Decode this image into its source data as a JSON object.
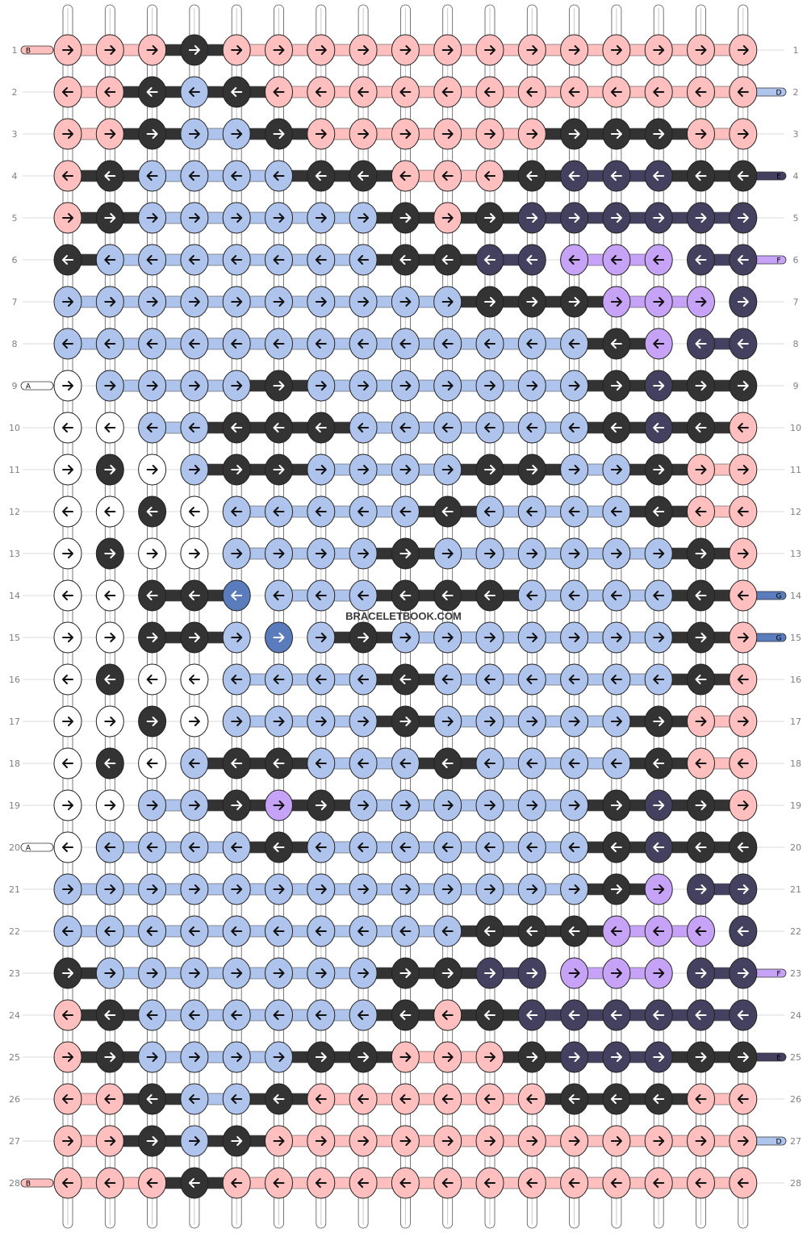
{
  "watermark": "BRACELETBOOK.COM",
  "colors": {
    "A": "#ffffff",
    "B": "#ffbfbf",
    "C": "#333333",
    "D": "#aec4ec",
    "E": "#444060",
    "F": "#c7a3f7",
    "G": "#5a7cbc"
  },
  "row_labels": [
    "1",
    "2",
    "3",
    "4",
    "5",
    "6",
    "7",
    "8",
    "9",
    "10",
    "11",
    "12",
    "13",
    "14",
    "15",
    "16",
    "17",
    "18",
    "19",
    "20",
    "21",
    "22",
    "23",
    "24",
    "25",
    "26",
    "27",
    "28"
  ],
  "left_tags": [
    {
      "row": 1,
      "letter": "B",
      "color": "B"
    },
    {
      "row": 9,
      "letter": "A",
      "color": "A"
    },
    {
      "row": 20,
      "letter": "A",
      "color": "A"
    },
    {
      "row": 28,
      "letter": "B",
      "color": "B"
    }
  ],
  "right_tags": [
    {
      "row": 2,
      "letter": "D",
      "color": "D"
    },
    {
      "row": 4,
      "letter": "E",
      "color": "E"
    },
    {
      "row": 6,
      "letter": "F",
      "color": "F"
    },
    {
      "row": 14,
      "letter": "G",
      "color": "G"
    },
    {
      "row": 15,
      "letter": "G",
      "color": "G"
    },
    {
      "row": 23,
      "letter": "F",
      "color": "F"
    },
    {
      "row": 25,
      "letter": "E",
      "color": "E"
    },
    {
      "row": 27,
      "letter": "D",
      "color": "D"
    }
  ],
  "knots": [
    "BBBCBBBBBBBBBBBBB",
    "BBCDCBBBBBBBBBBBB",
    "BBCDDCBBBBBBCCCBB",
    "BCDDDDCCBBBCEEECC",
    "BCDDDDDDCBCEEEEEE",
    "CDDDDDDDCCEEFFFEE",
    "DDDDDDDDDDCCCFFFE",
    "DDDDDDDDDDDDDCFEE",
    "ADDDDCDDDDDDDCECC",
    "AADDCCCDDDDDDCECB",
    "ACADCCDDDDCCDDCBB",
    "AACADDDDDCDDDDCBB",
    "ACAADDDDCDDDDDDCB",
    "AACCGDDDCCCDDDDCB",
    "AACCDGDCDDDDDDDCB",
    "ACAADDDDCDDDDDDCB",
    "AACADDDDCDDDDDCBB",
    "ACADCCDDDCDDDDCBB",
    "AADDCFCDDDDDDCECB",
    "ADDDDCDDDDDDDCECC",
    "DDDDDDDDDDDDDCFEE",
    "DDDDDDDDDDCCCFFFE",
    "CDDDDDDDCCEEFFFEE",
    "BCDDDDDDCBCEEEEEE",
    "BCDDDDCCBBBCEEECC",
    "BBCDDCBBBBBBCCCBB",
    "BBCDCBBBBBBBBBBBB",
    "BBBCBBBBBBBBBBBBB"
  ],
  "directions": [
    "RRRRRRRRRRRRRRRRR",
    "LLLLLLLLLLLLLLLLL",
    "RRRRRRRRRRRRRRRRR",
    "LLLLLLLLLLLLLLLLL",
    "RRRRRRRRRRRRRRRRR",
    "LLLLLLLLLLLLLLLLL",
    "RRRRRRRRRRRRRRRRR",
    "LLLLLLLLLLLLLLLLL",
    "RRRRRRRRRRRRRRRRR",
    "LLLLLLLLLLLLLLLLL",
    "RRRRRRRRRRRRRRRRR",
    "LLLLLLLLLLLLLLLLL",
    "RRRRRRRRRRRRRRRRR",
    "LLLLLLLLLLLLLLLLL",
    "RRRRRRRRRRRRRRRRR",
    "LLLLLLLLLLLLLLLLL",
    "RRRRRRRRRRRRRRRRR",
    "LLLLLLLLLLLLLLLLL",
    "RRRRRRRRRRRRRRRRR",
    "LLLLLLLLLLLLLLLLL",
    "RRRRRRRRRRRRRRRRR",
    "LLLLLLLLLLLLLLLLL",
    "RRRRRRRRRRRRRRRRR",
    "LLLLLLLLLLLLLLLLL",
    "RRRRRRRRRRRRRRRRR",
    "LLLLLLLLLLLLLLLLL",
    "RRRRRRRRRRRRRRRRR",
    "LLLLLLLLLLLLLLLLL"
  ]
}
